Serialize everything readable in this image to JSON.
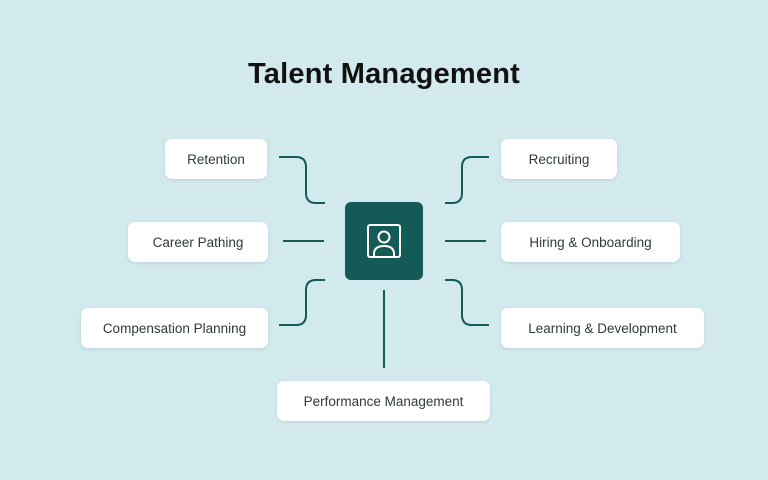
{
  "title": "Talent Management",
  "hub_icon": "person-portrait-icon",
  "colors": {
    "background": "#d2e9ee",
    "accent": "#145a56",
    "card": "#ffffff"
  },
  "nodes": {
    "retention": "Retention",
    "career_pathing": "Career Pathing",
    "compensation_planning": "Compensation Planning",
    "recruiting": "Recruiting",
    "hiring_onboarding": "Hiring & Onboarding",
    "learning_development": "Learning & Development",
    "performance_management": "Performance Management"
  }
}
